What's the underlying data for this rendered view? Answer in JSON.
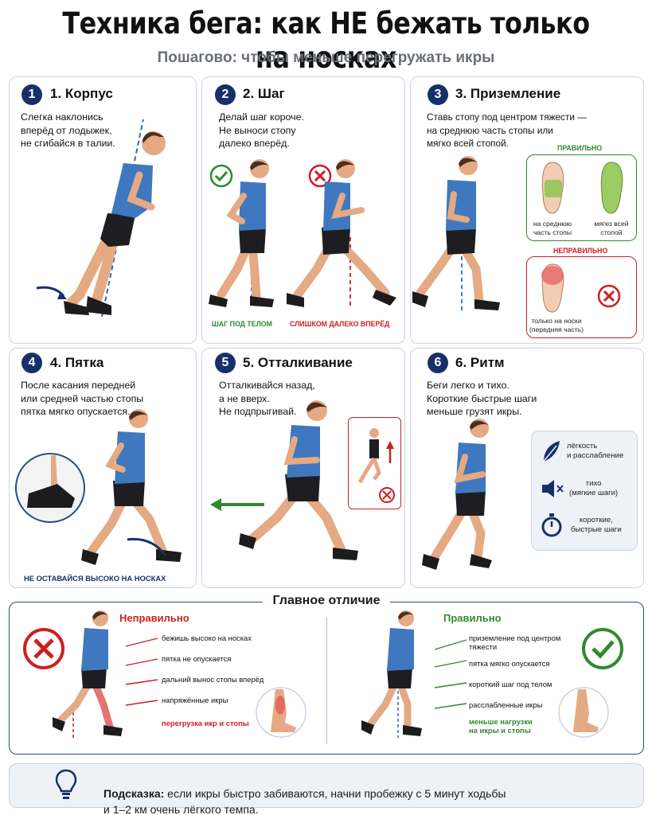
{
  "title": "Техника бега: как НЕ бежать только на носках",
  "subtitle": "Пошагово: чтобы меньше перегружать икры",
  "colors": {
    "navy": "#17306a",
    "red": "#cc1f1f",
    "green": "#2f8a2f",
    "blue": "#2f69b6",
    "shirt": "#3f78bf",
    "skin": "#e5a983"
  },
  "steps": [
    {
      "num": "1",
      "title": "1. Корпус",
      "text": "Слегка наклонись\nвперёд от лодыжек,\nне сгибайся в талии."
    },
    {
      "num": "2",
      "title": "2. Шаг",
      "text": "Делай шаг короче.\nНе выноси стопу\nдалеко вперёд.",
      "label_good": "ШАГ ПОД ТЕЛОМ",
      "label_bad": "СЛИШКОМ ДАЛЕКО ВПЕРЁД"
    },
    {
      "num": "3",
      "title": "3. Приземление",
      "text": "Ставь стопу под центром тяжести —\nна среднюю часть стопы или\nмягко всей стопой.",
      "right_title": "ПРАВИЛЬНО",
      "foot1": "на среднюю\nчасть стопы",
      "foot2": "мягко всей\nстопой",
      "wrong_title": "НЕПРАВИЛЬНО",
      "foot3": "только на носки\n(передняя часть)"
    },
    {
      "num": "4",
      "title": "4. Пятка",
      "text": "После касания передней\nили средней частью стопы\nпятка мягко опускается.",
      "label": "НЕ ОСТАВАЙСЯ ВЫСОКО НА НОСКАХ"
    },
    {
      "num": "5",
      "title": "5. Отталкивание",
      "text": "Отталкивайся назад,\nа не вверх.\nНе подпрыгивай."
    },
    {
      "num": "6",
      "title": "6. Ритм",
      "text": "Беги легко и тихо.\nКороткие быстрые шаги\nменьше грузят икры.",
      "features": [
        "лёгкость\nи расслабление",
        "тихо\n(мягкие шаги)",
        "короткие,\nбыстрые шаги"
      ]
    }
  ],
  "comparison": {
    "title": "Главное отличие",
    "wrong_title": "Неправильно",
    "wrong_items": [
      "бежишь высоко на носках",
      "пятка не опускается",
      "дальний вынос стопы вперёд",
      "напряжённые икры",
      "перегрузка икр и стопы"
    ],
    "right_title": "Правильно",
    "right_items": [
      "приземление под центром\nтяжести",
      "пятка мягко опускается",
      "короткий шаг под телом",
      "расслабленные икры",
      "меньше нагрузки\nна икры и стопы"
    ]
  },
  "tip": {
    "label": "Подсказка:",
    "text": " если икры быстро забиваются, начни пробежку с 5 минут ходьбы\nи 1–2 км очень лёгкого темпа."
  }
}
